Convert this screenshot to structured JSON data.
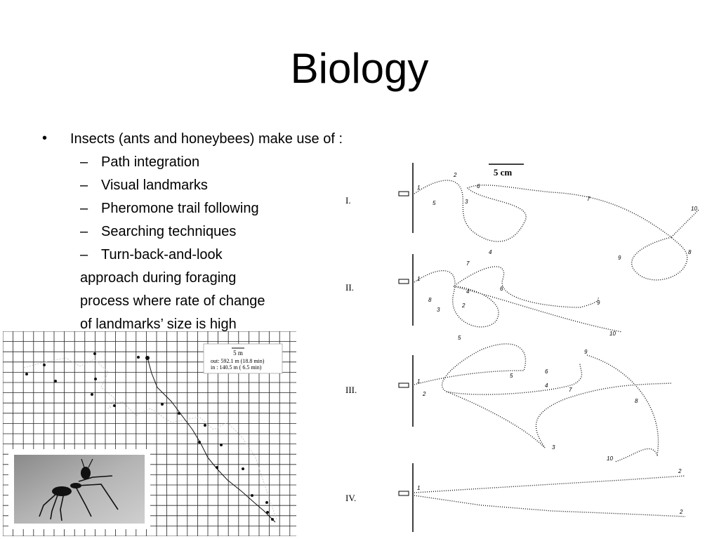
{
  "slide": {
    "title": "Biology",
    "bullet": "Insects (ants and honeybees) make use of :",
    "sub_items": [
      "Path integration",
      "Visual landmarks",
      "Pheromone trail following",
      "Searching techniques",
      "Turn-back-and-look"
    ],
    "continuation": [
      "approach during foraging",
      "process where rate of change",
      "of landmarks’ size is high"
    ]
  },
  "grid_figure": {
    "scale_label": "5 m",
    "out_label": "out: 592.1 m (18.8 min)",
    "in_label": "in  : 140.5 m (  6.5 min)"
  },
  "trajectory_figure": {
    "scale_label": "5 cm",
    "panels": [
      {
        "roman": "I.",
        "numbers": [
          "1",
          "2",
          "3",
          "4",
          "5",
          "6",
          "7",
          "8",
          "9",
          "10"
        ]
      },
      {
        "roman": "II.",
        "numbers": [
          "1",
          "2",
          "3",
          "4",
          "5",
          "6",
          "7",
          "8",
          "9",
          "10"
        ]
      },
      {
        "roman": "III.",
        "numbers": [
          "1",
          "2",
          "3",
          "4",
          "5",
          "6",
          "7",
          "8",
          "9",
          "10"
        ]
      },
      {
        "roman": "IV.",
        "numbers": [
          "1",
          "2",
          "2"
        ]
      }
    ]
  }
}
